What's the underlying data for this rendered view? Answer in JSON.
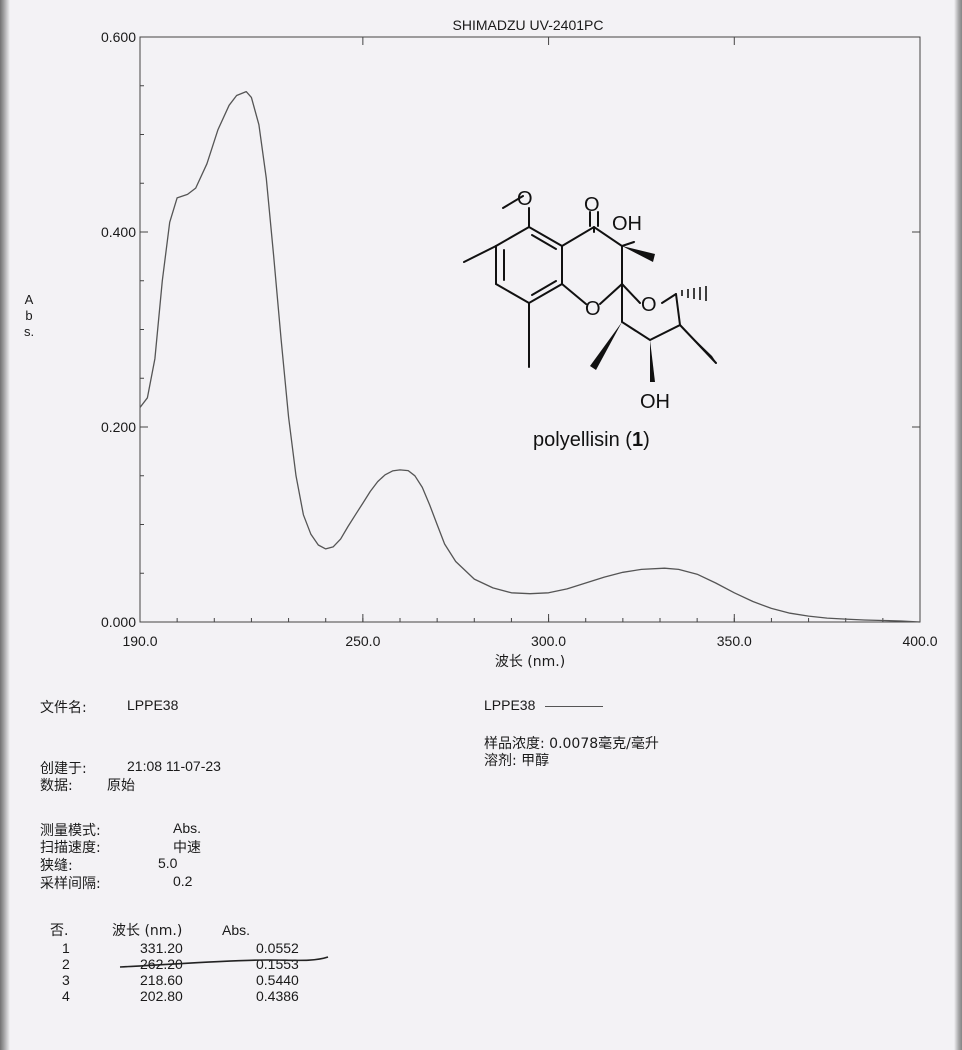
{
  "chart_data": {
    "type": "line",
    "title": "SHIMADZU UV-2401PC",
    "xlabel": "波长 (nm.)",
    "ylabel": "Abs.",
    "xlim": [
      190,
      400
    ],
    "ylim": [
      0,
      0.6
    ],
    "x_ticks": [
      "190.0",
      "250.0",
      "300.0",
      "350.0",
      "400.0"
    ],
    "y_ticks": [
      "0.000",
      "0.200",
      "0.400",
      "0.600"
    ],
    "series": [
      {
        "name": "LPPE38",
        "color": "#555555",
        "x": [
          190,
          192,
          194,
          196,
          198,
          200,
          202.8,
          205,
          208,
          211,
          214,
          216,
          218.6,
          220,
          222,
          224,
          226,
          228,
          230,
          232,
          234,
          236,
          238,
          240,
          242,
          244,
          246,
          248,
          250,
          252,
          254,
          256,
          258,
          260,
          262.2,
          264,
          266,
          268,
          270,
          272,
          275,
          280,
          285,
          290,
          295,
          300,
          305,
          310,
          315,
          320,
          325,
          331.2,
          335,
          340,
          345,
          350,
          355,
          360,
          365,
          370,
          375,
          380,
          385,
          390,
          395,
          400
        ],
        "y": [
          0.22,
          0.23,
          0.27,
          0.35,
          0.41,
          0.435,
          0.4386,
          0.445,
          0.47,
          0.505,
          0.53,
          0.54,
          0.544,
          0.538,
          0.51,
          0.455,
          0.375,
          0.29,
          0.21,
          0.15,
          0.11,
          0.09,
          0.079,
          0.075,
          0.077,
          0.085,
          0.098,
          0.11,
          0.122,
          0.134,
          0.144,
          0.151,
          0.155,
          0.156,
          0.1553,
          0.15,
          0.138,
          0.12,
          0.1,
          0.08,
          0.062,
          0.044,
          0.035,
          0.03,
          0.029,
          0.03,
          0.034,
          0.04,
          0.046,
          0.051,
          0.054,
          0.0552,
          0.054,
          0.049,
          0.04,
          0.03,
          0.021,
          0.014,
          0.009,
          0.006,
          0.004,
          0.003,
          0.002,
          0.0015,
          0.001,
          0.0
        ]
      }
    ],
    "grid": false,
    "annotation": {
      "compound_name": "polyellisin",
      "compound_number": "1",
      "atoms": {
        "o_methoxy": "O",
        "o_keto": "O",
        "oh_top": "OH",
        "o_ring_ether": "O",
        "o_pyran": "O",
        "oh_bottom": "OH"
      }
    }
  },
  "info": {
    "filename_label": "文件名:",
    "filename_value": "LPPE38",
    "created_label": "创建于:",
    "created_value": "21:08  11-07-23",
    "data_label": "数据:",
    "data_value": "原始",
    "mode_label": "测量模式:",
    "mode_value": "Abs.",
    "speed_label": "扫描速度:",
    "speed_value": "中速",
    "slit_label": "狭缝:",
    "slit_value": "5.0",
    "interval_label": "采样间隔:",
    "interval_value": "0.2",
    "legend_name": "LPPE38",
    "conc_label": "样品浓度:",
    "conc_value": "0.0078毫克/毫升",
    "solvent_label": "溶剂:",
    "solvent_value": "甲醇"
  },
  "peaks": {
    "headers": [
      "否.",
      "波长 (nm.)",
      "Abs."
    ],
    "rows": [
      [
        "1",
        "331.20",
        "0.0552"
      ],
      [
        "2",
        "262.20",
        "0.1553"
      ],
      [
        "3",
        "218.60",
        "0.5440"
      ],
      [
        "4",
        "202.80",
        "0.4386"
      ]
    ]
  }
}
